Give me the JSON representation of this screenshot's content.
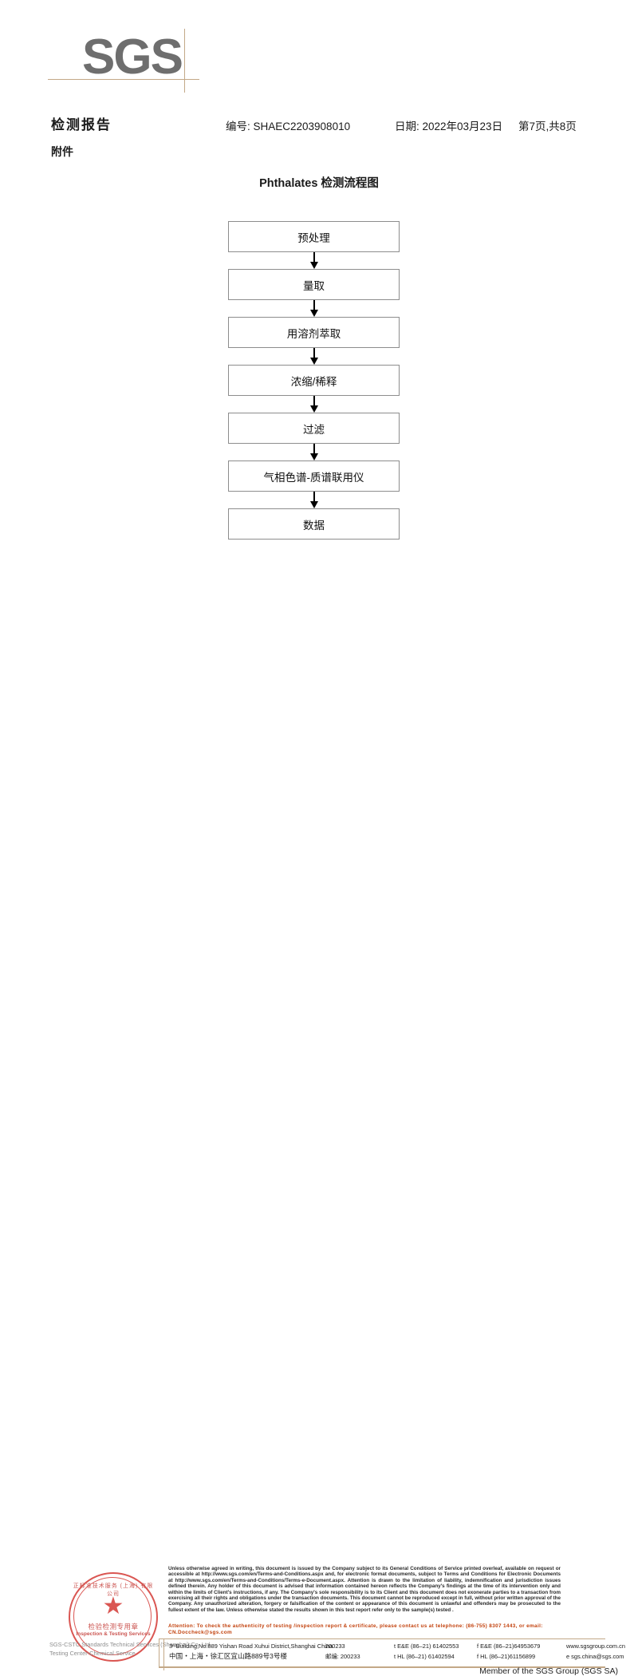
{
  "brand": {
    "logo_text": "SGS",
    "logo_color": "#6e6e6e",
    "rule_color": "#c3a887"
  },
  "header": {
    "title": "检测报告",
    "subtitle": "附件",
    "report_no": "编号: SHAEC2203908010",
    "date": "日期: 2022年03月23日",
    "page": "第7页,共8页"
  },
  "flowchart": {
    "title": "Phthalates 检测流程图",
    "type": "flowchart",
    "orientation": "vertical",
    "nodes": [
      {
        "id": "n1",
        "label": "预处理"
      },
      {
        "id": "n2",
        "label": "量取"
      },
      {
        "id": "n3",
        "label": "用溶剂萃取"
      },
      {
        "id": "n4",
        "label": "浓缩/稀释"
      },
      {
        "id": "n5",
        "label": "过滤"
      },
      {
        "id": "n6",
        "label": "气相色谱-质谱联用仪"
      },
      {
        "id": "n7",
        "label": "数据"
      }
    ],
    "edges": [
      {
        "from": "n1",
        "to": "n2"
      },
      {
        "from": "n2",
        "to": "n3"
      },
      {
        "from": "n3",
        "to": "n4"
      },
      {
        "from": "n4",
        "to": "n5"
      },
      {
        "from": "n5",
        "to": "n6"
      },
      {
        "from": "n6",
        "to": "n7"
      }
    ]
  },
  "stamp": {
    "ring_text": "正标准技术服务 (上海) 有限公司",
    "cn_text": "检验检测专用章",
    "en_text": "Inspection & Testing Services",
    "star": "★",
    "color": "#c0302b"
  },
  "footer": {
    "ghost_line1": "SGS-CSTC Standards Technical Services (Shanghai) Co. Ltd.",
    "ghost_line2": "Testing Center-Chemical Service",
    "legal": "Unless otherwise agreed in writing, this document is issued by the Company subject to its General Conditions of Service printed overleaf, available on request or accessible at http://www.sgs.com/en/Terms-and-Conditions.aspx and, for electronic format documents, subject to Terms and Conditions for Electronic Documents at http://www.sgs.com/en/Terms-and-Conditions/Terms-e-Document.aspx. Attention is drawn to the limitation of liability, indemnification and jurisdiction issues defined therein. Any holder of this document is advised that information contained hereon reflects the Company's findings at the time of its intervention only and within the limits of Client's instructions, if any. The Company's sole responsibility is to its Client and this document does not exonerate parties to a transaction from exercising all their rights and obligations under the transaction documents. This document cannot be reproduced except in full, without prior written approval of the Company. Any unauthorized alteration, forgery or falsification of the content or appearance of this document is unlawful and offenders may be prosecuted to the fullest extent of the law. Unless otherwise stated the results shown in this test report refer only to the sample(s) tested .",
    "attention": "Attention: To check the authenticity of testing /inspection report & certificate, please contact us at telephone: (86-755) 8307 1443, or email: CN.Doccheck@sgs.com",
    "address_en": "3ʳᵈBuilding,No.889 Yishan Road Xuhui District,Shanghai China",
    "address_cn": "中国・上海・徐汇区宜山路889号3号楼",
    "zip_en": "200233",
    "zip_cn": "邮编: 200233",
    "tel_en_1": "t E&E (86–21) 61402553",
    "tel_en_2": "f E&E (86–21)64953679",
    "tel_cn_1": "t HL (86–21) 61402594",
    "tel_cn_2": "f HL (86–21)61156899",
    "web": "www.sgsgroup.com.cn",
    "email": "e  sgs.china@sgs.com",
    "member": "Member of the SGS Group (SGS SA)"
  }
}
